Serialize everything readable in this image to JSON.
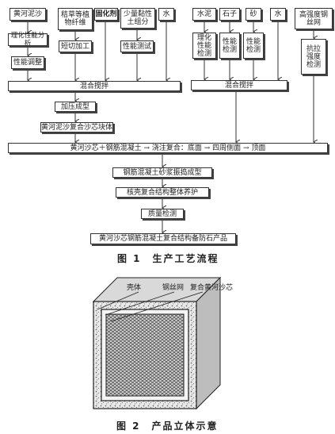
{
  "fig1": {
    "left_inputs": [
      "黄河泥沙",
      "秸草等植物纤维",
      "固化剂",
      "少量黏性土组分",
      "水"
    ],
    "left_second_row": [
      "理化性能分析",
      "短切加工",
      "性能测试"
    ],
    "left_third_row": [
      "性能调整"
    ],
    "right_inputs": [
      "水泥",
      "石子",
      "砂",
      "水",
      "高强度钢丝网"
    ],
    "right_second_row": [
      "理化性能检测",
      "性能检测",
      "性能检测",
      "抗拉强度检测"
    ],
    "mix_left": "混合搅拌",
    "mix_right": "混合搅拌",
    "press": "加压成型",
    "block": "黄河泥沙复合沙芯块体",
    "assembly": "黄河沙芯＋钢筋混凝土 → 浇注复合：底面 → 四周侧面 → 顶面",
    "vibrate": "钢筋混凝土砂浆振捣成型",
    "cure": "核壳复合结构整体养护",
    "inspect": "质量检测",
    "product": "黄河沙芯钢筋混凝土复合结构备防石产品",
    "caption": "图 1　生产工艺流程"
  },
  "fig2": {
    "labels": [
      "壳体",
      "钢丝网",
      "复合黄河沙芯"
    ],
    "caption": "图 2　产品立体示意"
  }
}
